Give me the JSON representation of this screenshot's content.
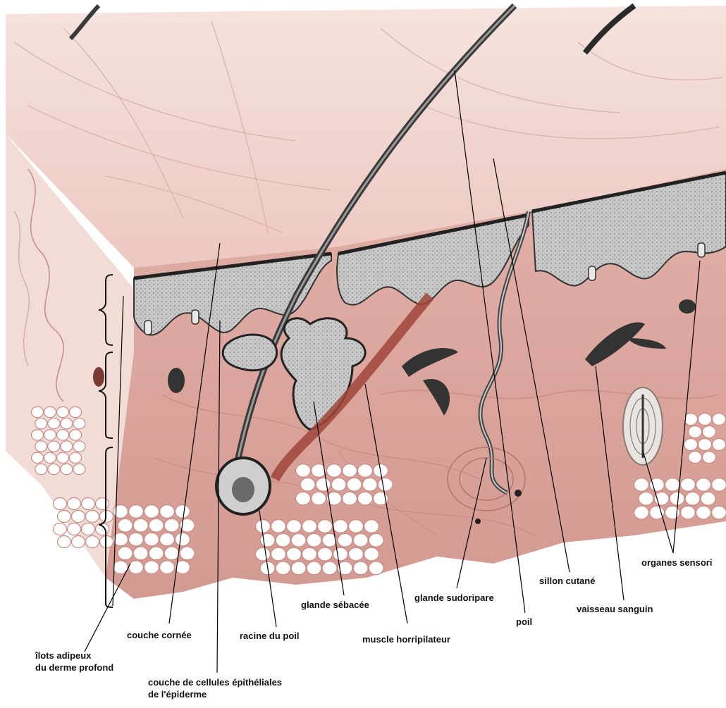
{
  "labels": {
    "ilots": {
      "lines": [
        "îlots adipeux",
        "du derme profond"
      ]
    },
    "couche_cornee": {
      "lines": [
        "couche cornée"
      ]
    },
    "couche_cellules": {
      "lines": [
        "couche de cellules épithéliales",
        "de l'épiderme"
      ]
    },
    "racine": {
      "lines": [
        "racine du poil"
      ]
    },
    "glande_sebacee": {
      "lines": [
        "glande sébacée"
      ]
    },
    "muscle": {
      "lines": [
        "muscle horripilateur"
      ]
    },
    "glande_sudoripare": {
      "lines": [
        "glande sudoripare"
      ]
    },
    "poil": {
      "lines": [
        "poil"
      ]
    },
    "sillon": {
      "lines": [
        "sillon cutané"
      ]
    },
    "vaisseau": {
      "lines": [
        "vaisseau sanguin"
      ]
    },
    "organes": {
      "lines": [
        "organes sensori"
      ]
    }
  },
  "colors": {
    "skin_surface": "#f3d9d3",
    "dermis": "#dca49c",
    "dermis_dark": "#c98a82",
    "epidermis": "#b9b9b9",
    "fat": "#ffffff",
    "background": "#ffffff",
    "leader": "#000000"
  }
}
